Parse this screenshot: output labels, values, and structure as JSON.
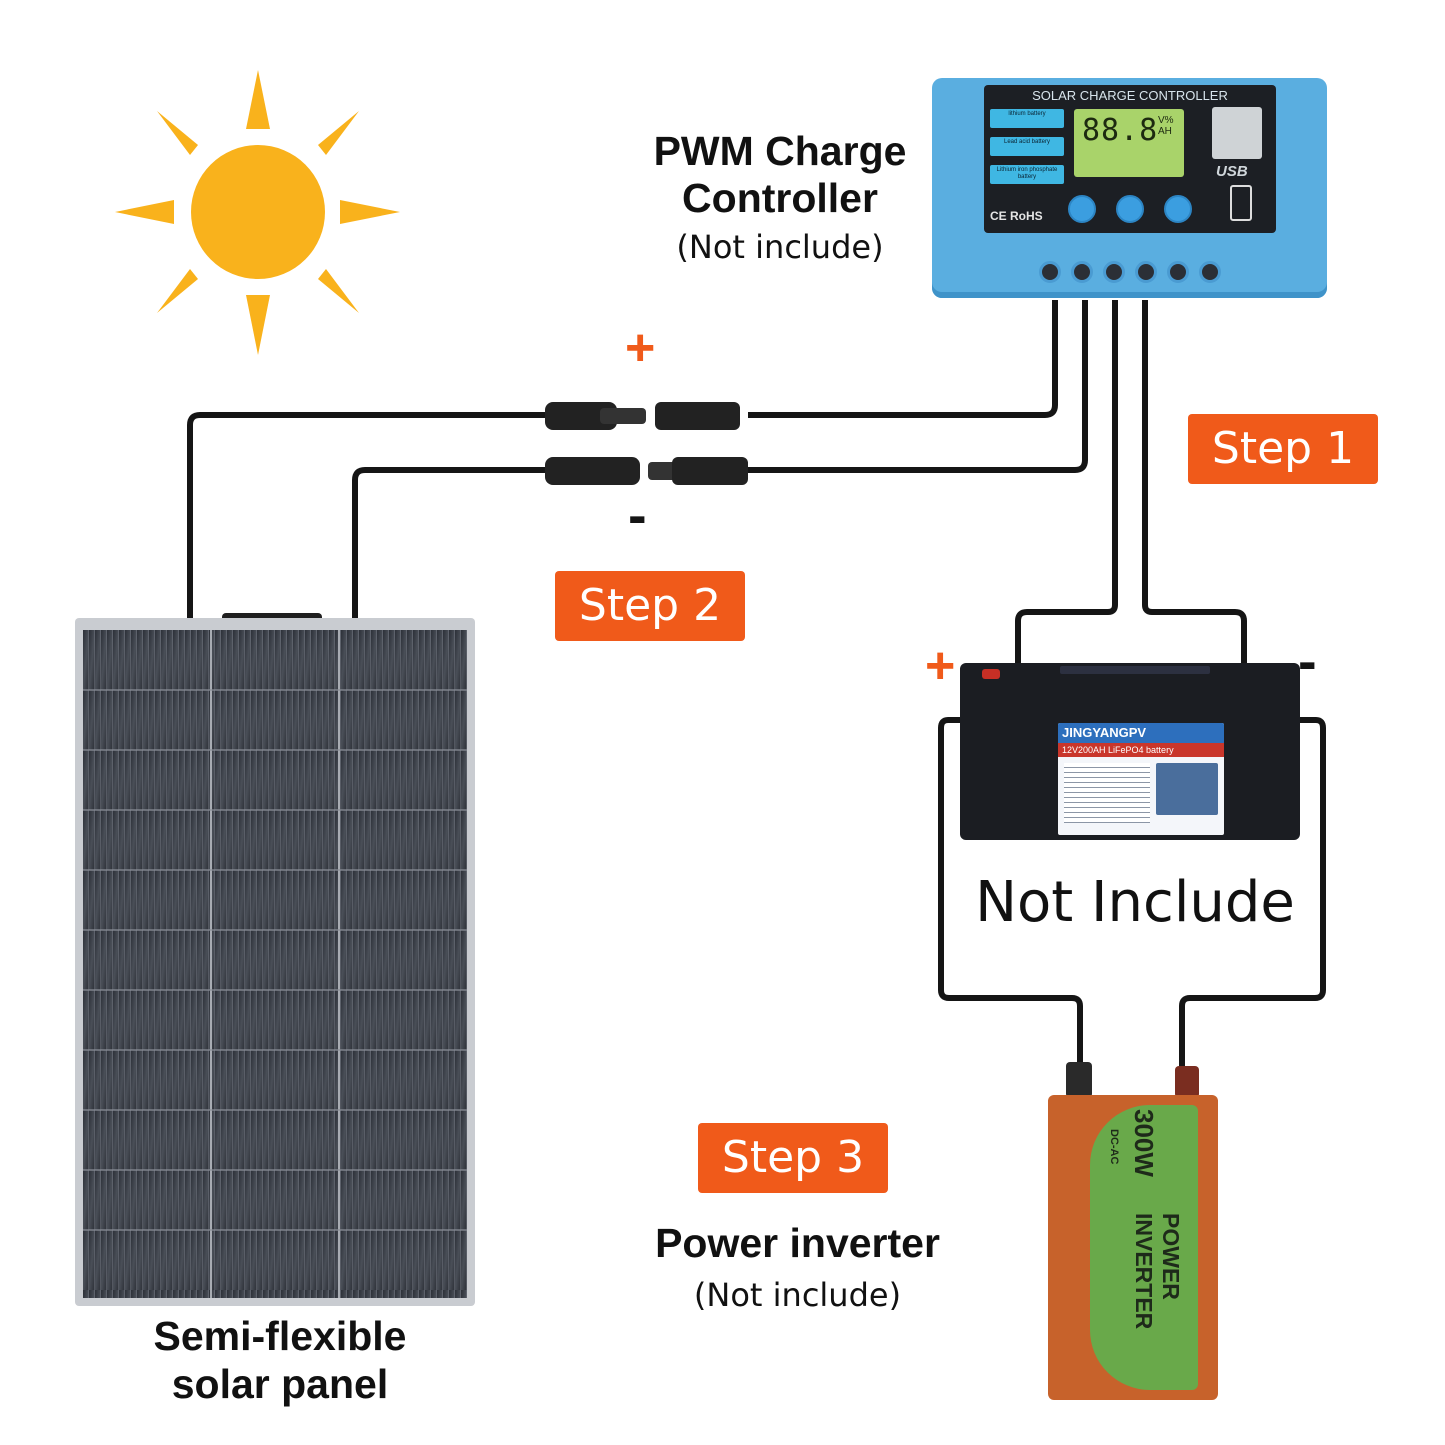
{
  "colors": {
    "accent": "#f05a1a",
    "sun": "#f9b21c",
    "controller_body": "#5aaee0",
    "wire": "#151515"
  },
  "steps": [
    {
      "label": "Step 1"
    },
    {
      "label": "Step 2"
    },
    {
      "label": "Step 3"
    }
  ],
  "controller": {
    "title": "PWM Charge Controller",
    "note": "(Not include)",
    "device_heading": "SOLAR CHARGE CONTROLLER",
    "battery_types": [
      "lithium battery",
      "Lead acid battery",
      "Lithium iron phosphate battery"
    ],
    "lcd_value": "88.8",
    "lcd_units": "V% AH",
    "usb_label": "USB",
    "marks": "CE RoHS"
  },
  "polarity": {
    "plus": "+",
    "minus": "-"
  },
  "battery": {
    "brand": "JINGYANGPV",
    "model": "12V200AH LiFePO4 battery",
    "note": "Not Include"
  },
  "inverter": {
    "title": "Power inverter",
    "note": "(Not include)",
    "watt": "300W",
    "type": "DC-AC",
    "device_label": "POWER INVERTER"
  },
  "panel": {
    "title": "Semi-flexible solar panel"
  },
  "icons": [
    "sun-icon",
    "solar-panel-icon",
    "charge-controller-icon",
    "battery-icon",
    "inverter-icon",
    "mc4-connector-icon"
  ]
}
